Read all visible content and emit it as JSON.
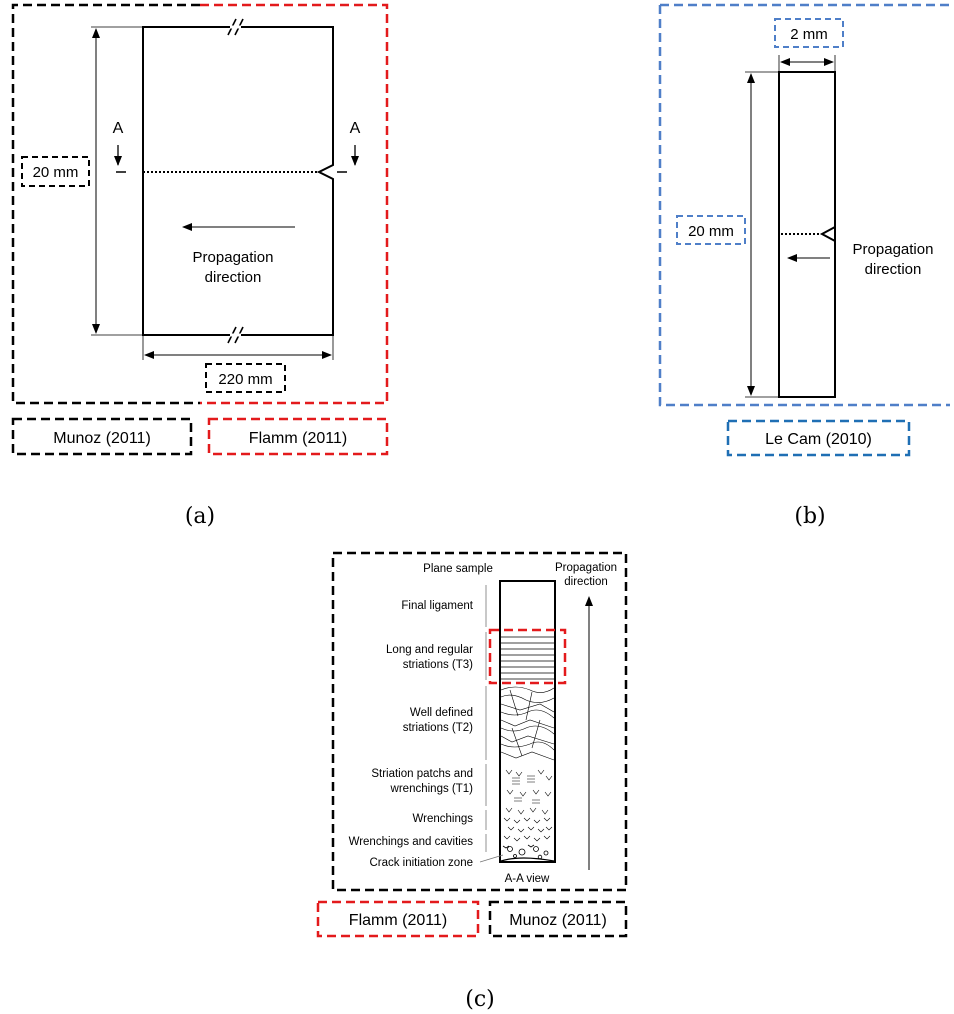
{
  "colors": {
    "black": "#000000",
    "red": "#e31a1c",
    "blue": "#4f7fc8",
    "darkblue": "#1f6fb4"
  },
  "panel_a": {
    "label_A_left": "A",
    "label_A_right": "A",
    "dim_height": "20 mm",
    "dim_width": "220 mm",
    "propagation_line1": "Propagation",
    "propagation_line2": "direction",
    "source_left": "Munoz (2011)",
    "source_right": "Flamm (2011)",
    "caption": "(a)"
  },
  "panel_b": {
    "dim_width": "2 mm",
    "dim_height": "20 mm",
    "propagation_line1": "Propagation",
    "propagation_line2": "direction",
    "source": "Le Cam (2010)",
    "caption": "(b)"
  },
  "panel_c": {
    "plane_sample": "Plane sample",
    "propagation_line1": "Propagation",
    "propagation_line2": "direction",
    "zones": [
      {
        "line1": "Final ligament",
        "line2": ""
      },
      {
        "line1": "Long and regular",
        "line2": "striations (T3)"
      },
      {
        "line1": "Well defined",
        "line2": "striations (T2)"
      },
      {
        "line1": "Striation patchs and",
        "line2": "wrenchings (T1)"
      },
      {
        "line1": "Wrenchings",
        "line2": ""
      },
      {
        "line1": "Wrenchings and cavities",
        "line2": ""
      },
      {
        "line1": "Crack initiation zone",
        "line2": ""
      }
    ],
    "view_label": "A-A view",
    "source_left": "Flamm (2011)",
    "source_right": "Munoz (2011)",
    "caption": "(c)"
  }
}
